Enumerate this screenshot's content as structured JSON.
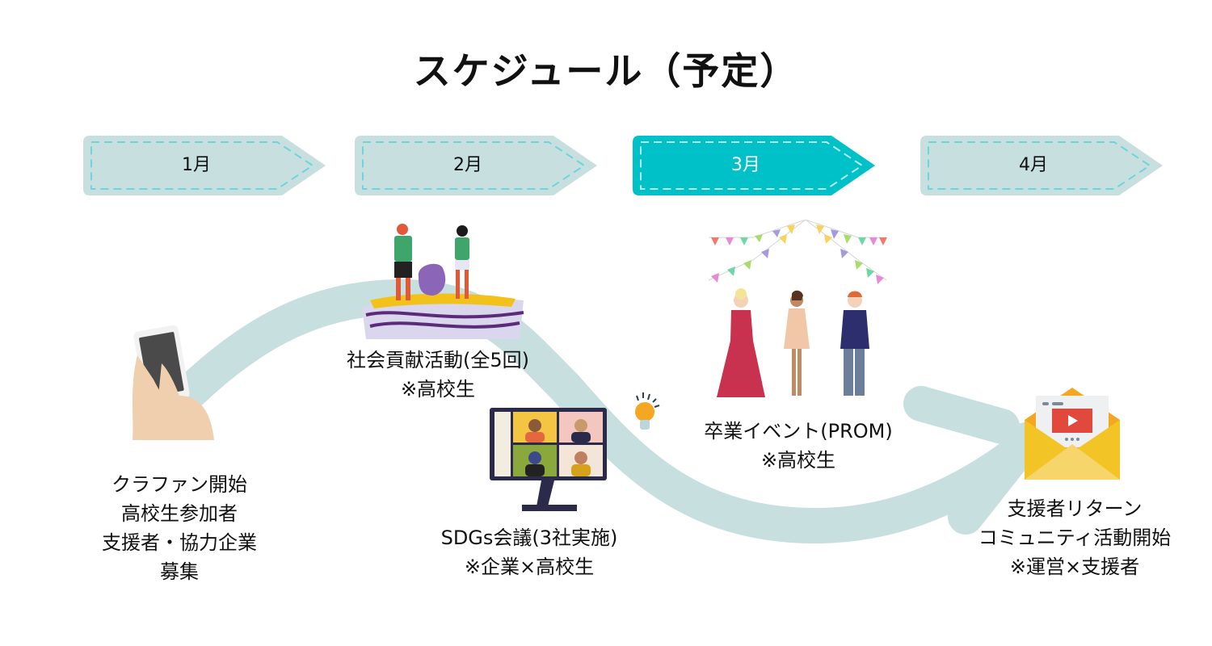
{
  "title": "スケジュール（予定）",
  "colors": {
    "month_inactive": "#c8dfe0",
    "month_active": "#00c0c8",
    "dash_inactive": "#6fd3dc",
    "dash_active": "#b5f0f3",
    "road": "#c8dfe0"
  },
  "months": [
    {
      "label": "1月",
      "active": false
    },
    {
      "label": "2月",
      "active": false
    },
    {
      "label": "3月",
      "active": true
    },
    {
      "label": "4月",
      "active": false
    }
  ],
  "events": [
    {
      "id": "crowdfunding",
      "icon": "smartphone-hand-icon",
      "lines": [
        "クラファン開始",
        "高校生参加者",
        "支援者・協力企業",
        "募集"
      ]
    },
    {
      "id": "social-contribution",
      "icon": "beach-cleanup-icon",
      "lines": [
        "社会貢献活動(全5回)",
        "※高校生"
      ]
    },
    {
      "id": "sdgs-meeting",
      "icon": "video-conference-icon",
      "lines": [
        "SDGs会議(3社実施)",
        "※企業×高校生"
      ]
    },
    {
      "id": "prom",
      "icon": "party-people-icon",
      "lines": [
        "卒業イベント(PROM)",
        "※高校生"
      ]
    },
    {
      "id": "supporter-return",
      "icon": "video-mail-icon",
      "lines": [
        "支援者リターン",
        "コミュニティ活動開始",
        "※運営×支援者"
      ]
    }
  ],
  "decorations": [
    {
      "icon": "lightbulb-icon"
    }
  ]
}
